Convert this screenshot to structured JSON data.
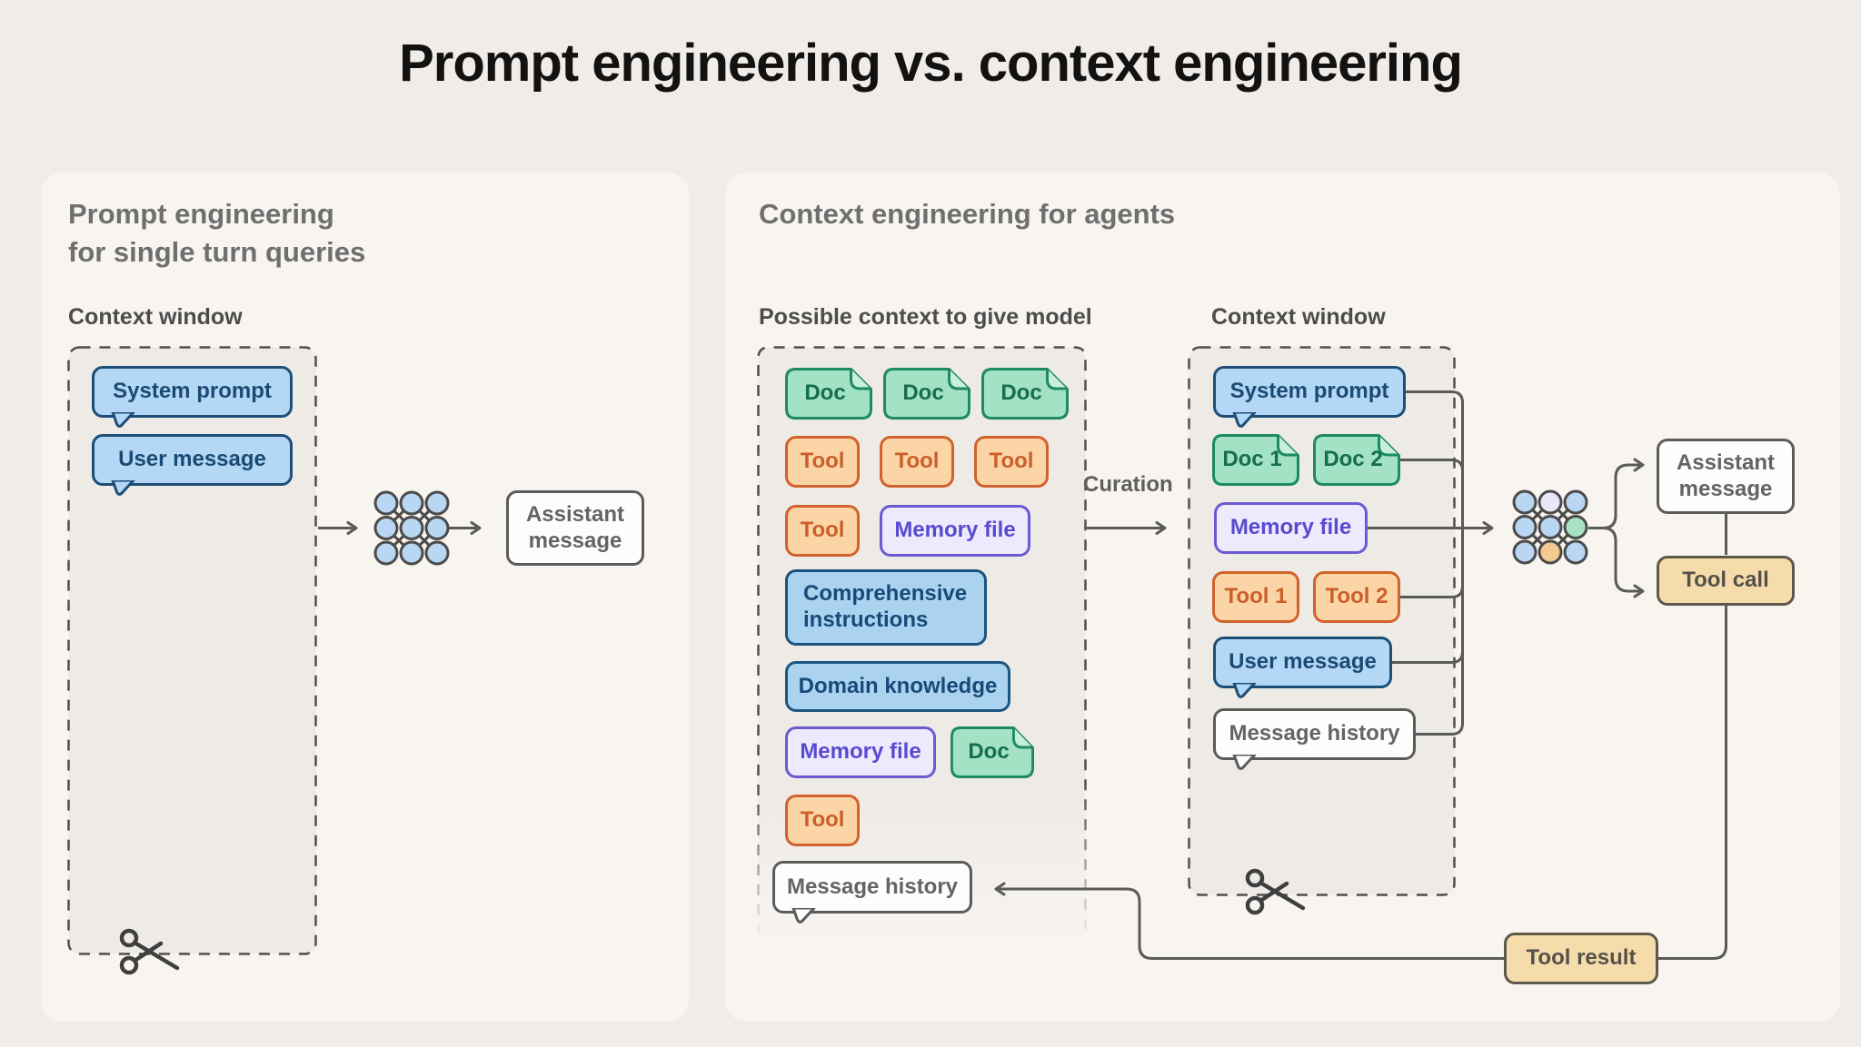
{
  "title": "Prompt engineering vs. context engineering",
  "left_panel": {
    "heading": "Prompt engineering\nfor single turn queries",
    "context_window_label": "Context window",
    "system_prompt": "System prompt",
    "user_message": "User message",
    "assistant_message": "Assistant message"
  },
  "right_panel": {
    "heading": "Context engineering for agents",
    "possible_context": {
      "label": "Possible context to give model",
      "doc": "Doc",
      "tool": "Tool",
      "memory_file": "Memory file",
      "comprehensive_instructions": "Comprehensive instructions",
      "domain_knowledge": "Domain knowledge",
      "message_history": "Message history"
    },
    "curation_label": "Curation",
    "context_window": {
      "label": "Context window",
      "system_prompt": "System prompt",
      "doc1": "Doc 1",
      "doc2": "Doc 2",
      "memory_file": "Memory file",
      "tool1": "Tool 1",
      "tool2": "Tool 2",
      "user_message": "User message",
      "message_history": "Message history"
    },
    "outputs": {
      "assistant_message": "Assistant message",
      "tool_call": "Tool call",
      "tool_result": "Tool result"
    }
  },
  "colors": {
    "page_bg": "#f1ece7",
    "panel_bg": "#f8f5f1",
    "dashed_fill": "#eeebe7",
    "blue_fill": "#b3d7f5",
    "blue_border": "#1d4e78",
    "green_fill": "#a3e2c4",
    "green_border": "#1d8a61",
    "orange_fill": "#fbd5a5",
    "orange_border": "#d2622c",
    "purple_fill": "#eceafc",
    "purple_border": "#6b5bd2",
    "tan_fill": "#f6dcab",
    "line_gray": "#5a5a5a",
    "node_blue": "#b9d7f3",
    "node_green": "#a9e3c6",
    "node_orange": "#f3ca90",
    "node_lavender": "#e9e6f9"
  }
}
